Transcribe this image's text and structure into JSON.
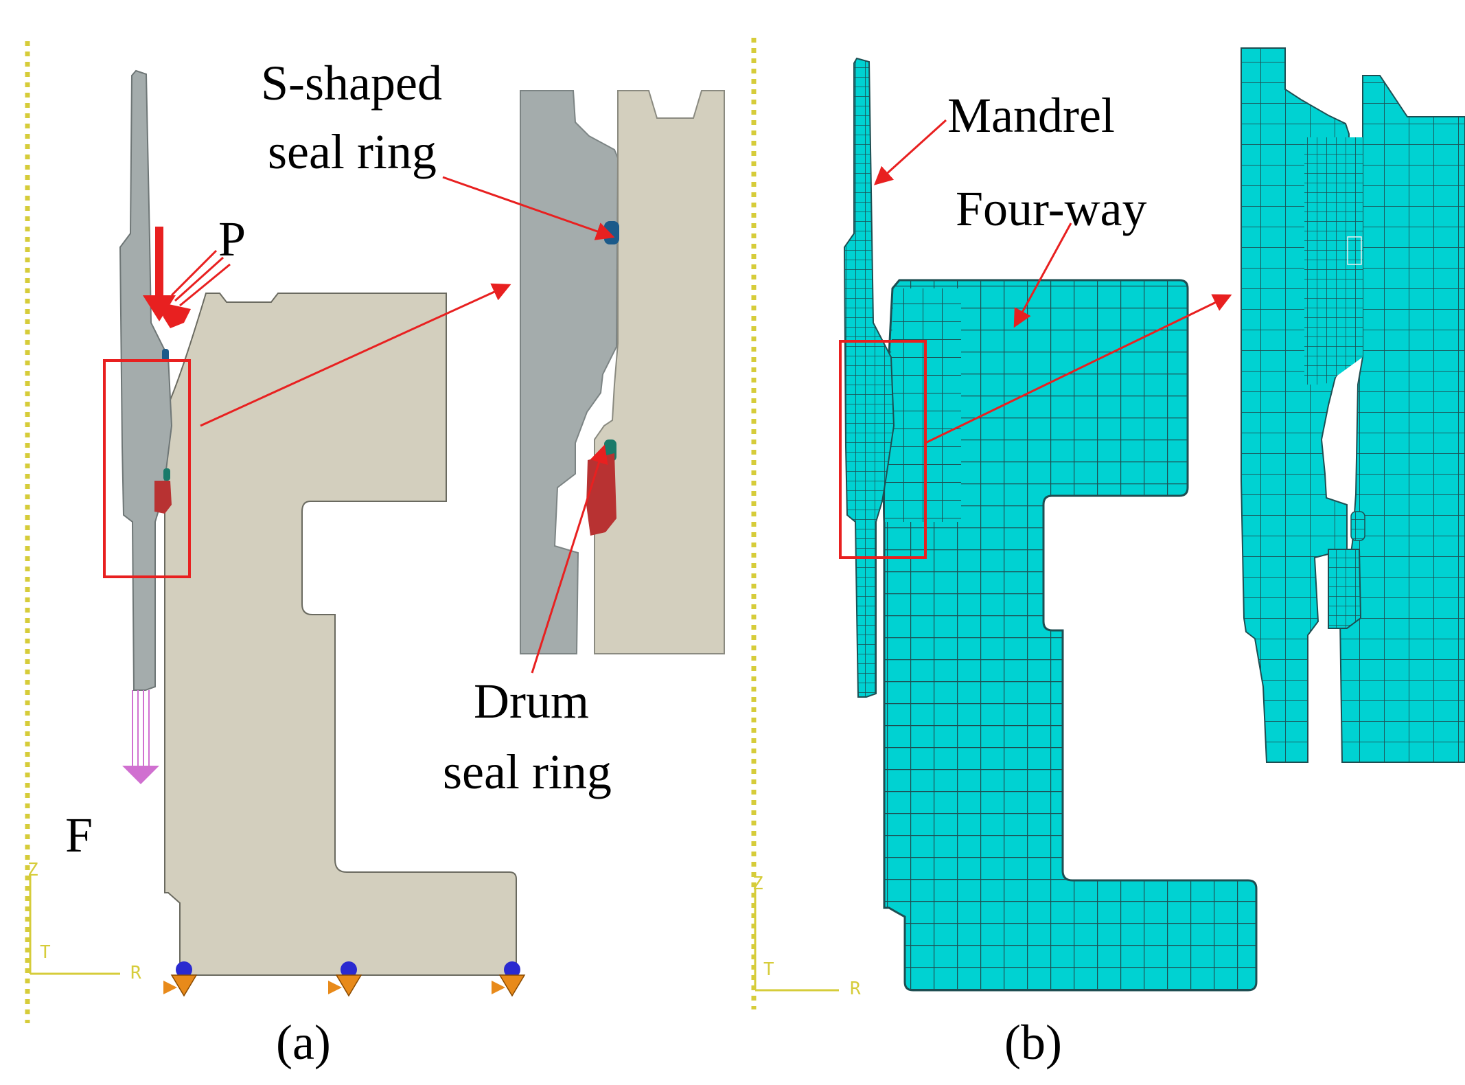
{
  "panels": {
    "a": {
      "caption": "(a)",
      "labels": {
        "s_shaped": [
          "S-shaped",
          "seal ring"
        ],
        "pressure": "P",
        "drum": [
          "Drum",
          "seal ring"
        ],
        "force": "F"
      },
      "axis": {
        "vertical": "Z",
        "horizontal": "R",
        "third": "T"
      }
    },
    "b": {
      "caption": "(b)",
      "labels": {
        "mandrel": "Mandrel",
        "four_way": "Four-way"
      },
      "axis": {
        "vertical": "Z",
        "horizontal": "R",
        "third": "T"
      }
    }
  },
  "colors": {
    "mandrel": "#a4acac",
    "fourway": "#d3cfbe",
    "mesh": "#00d2d2",
    "mesh_line": "#1e4e52",
    "callout": "#e82020",
    "s_seal": "#1b5a8a",
    "drum_seal": "#b83232",
    "drum_seal_cap": "#1a7a6a",
    "axis": "#d6cc3a",
    "pressure_load": "#e82020",
    "force_load": "#d070d0",
    "boundary_a": "#e88a1a",
    "boundary_b": "#2a2ad0"
  }
}
